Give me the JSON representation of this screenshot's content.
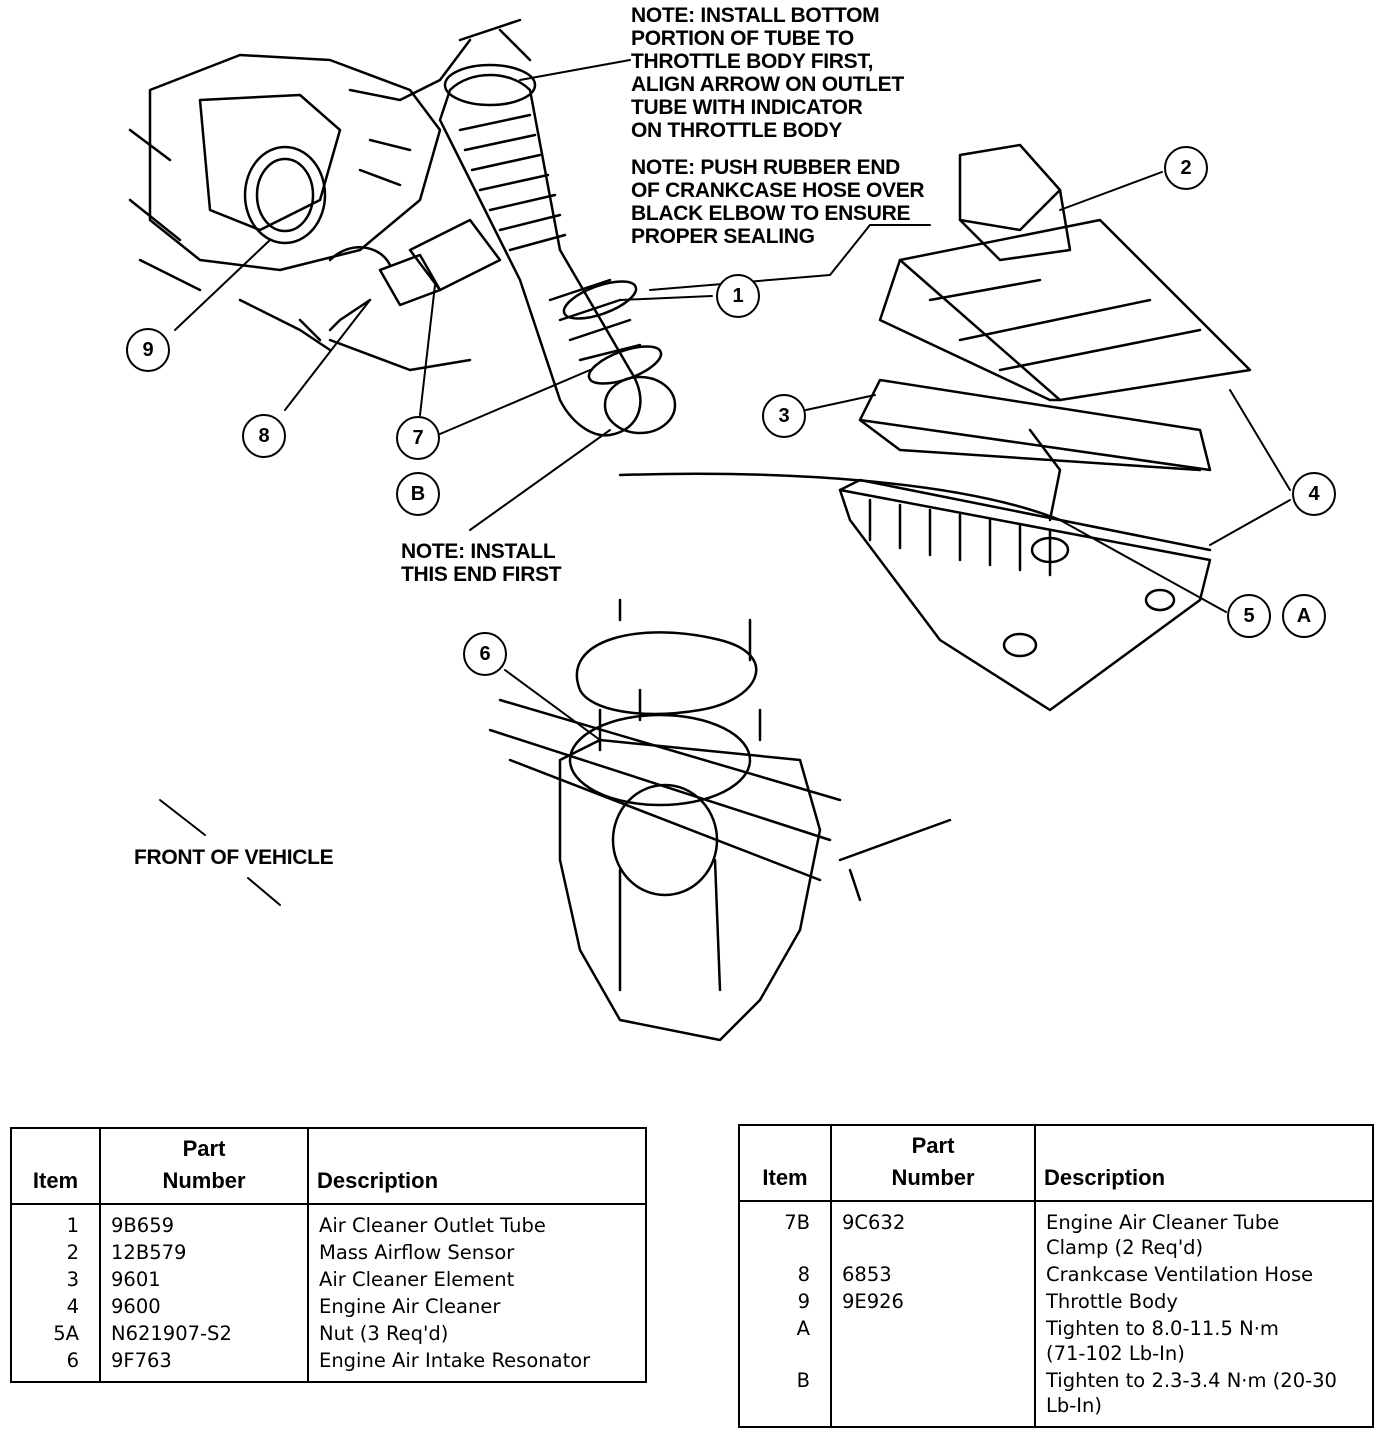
{
  "notes": {
    "install_bottom": "NOTE: INSTALL BOTTOM\nPORTION OF TUBE TO\nTHROTTLE BODY FIRST,\nALIGN ARROW ON OUTLET\nTUBE WITH INDICATOR\nON THROTTLE BODY",
    "push_rubber": "NOTE: PUSH RUBBER END\nOF CRANKCASE HOSE OVER\nBLACK ELBOW TO ENSURE\nPROPER SEALING",
    "install_end": "NOTE: INSTALL\nTHIS END FIRST",
    "front_of_vehicle": "FRONT OF VEHICLE"
  },
  "callouts": {
    "c1": "1",
    "c2": "2",
    "c3": "3",
    "c4": "4",
    "c5": "5",
    "cA": "A",
    "c6": "6",
    "c7": "7",
    "c8": "8",
    "c9": "9",
    "cB": "B"
  },
  "table_headers": {
    "item": "Item",
    "part_number": "Part\nNumber",
    "description": "Description"
  },
  "table_left": [
    {
      "item": "1",
      "part": "9B659",
      "desc": "Air Cleaner Outlet Tube"
    },
    {
      "item": "2",
      "part": "12B579",
      "desc": "Mass Airflow Sensor"
    },
    {
      "item": "3",
      "part": "9601",
      "desc": "Air Cleaner Element"
    },
    {
      "item": "4",
      "part": "9600",
      "desc": "Engine Air Cleaner"
    },
    {
      "item": "5A",
      "part": "N621907-S2",
      "desc": "Nut (3 Req'd)"
    },
    {
      "item": "6",
      "part": "9F763",
      "desc": "Engine Air Intake Resonator"
    }
  ],
  "table_right": [
    {
      "item": "7B",
      "part": "9C632",
      "desc": "Engine Air Cleaner Tube\nClamp (2 Req'd)"
    },
    {
      "item": "8",
      "part": "6853",
      "desc": "Crankcase Ventilation Hose"
    },
    {
      "item": "9",
      "part": "9E926",
      "desc": "Throttle Body"
    },
    {
      "item": "A",
      "part": "",
      "desc": "Tighten to 8.0-11.5 N·m\n(71-102 Lb-In)"
    },
    {
      "item": "B",
      "part": "",
      "desc": "Tighten to 2.3-3.4 N·m (20-30\nLb-In)"
    }
  ]
}
